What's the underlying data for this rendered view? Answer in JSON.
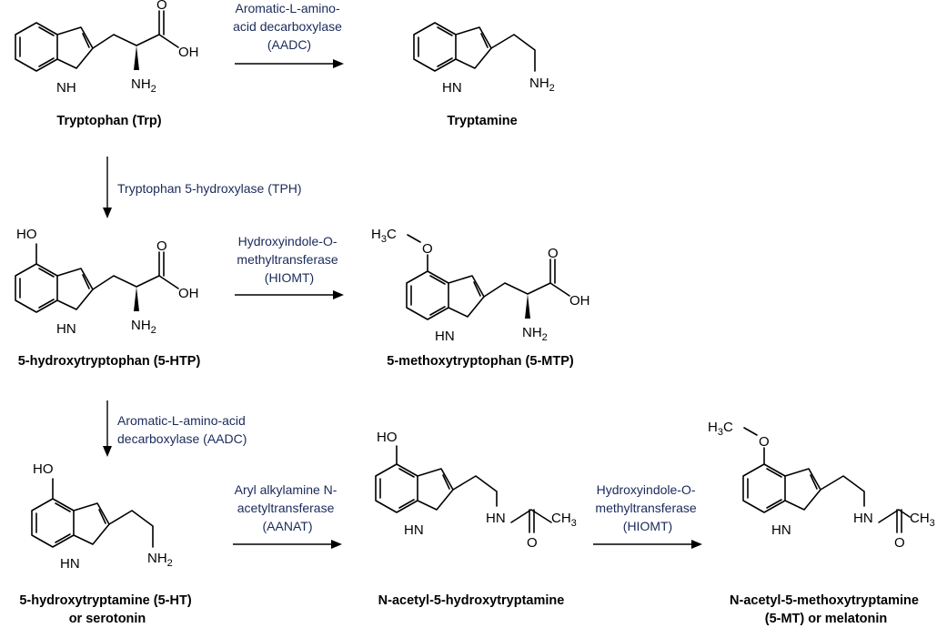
{
  "compounds": {
    "trp": {
      "name": "Tryptophan (Trp)",
      "nh": "NH",
      "nh2": "NH",
      "nh2_sub": "2",
      "oh": "OH",
      "o": "O"
    },
    "tryptamine": {
      "name": "Tryptamine",
      "nh": "HN",
      "nh2": "NH",
      "nh2_sub": "2"
    },
    "htp": {
      "name": "5-hydroxytryptophan (5-HTP)",
      "ho": "HO",
      "nh": "HN",
      "nh2": "NH",
      "nh2_sub": "2",
      "oh": "OH",
      "o": "O"
    },
    "mtp": {
      "name": "5-methoxytryptophan (5-MTP)",
      "h3c_h": "H",
      "h3c_3": "3",
      "h3c_c": "C",
      "o_meth": "O",
      "nh": "HN",
      "nh2": "NH",
      "nh2_sub": "2",
      "oh": "OH",
      "o": "O"
    },
    "serotonin": {
      "name_line1": "5-hydroxytryptamine (5-HT)",
      "name_line2": "or serotonin",
      "ho": "HO",
      "nh": "HN",
      "nh2": "NH",
      "nh2_sub": "2"
    },
    "nacetyl_ht": {
      "name": "N-acetyl-5-hydroxytryptamine",
      "ho": "HO",
      "nh": "HN",
      "amide_nh": "HN",
      "ch3": "CH",
      "ch3_sub": "3",
      "o": "O"
    },
    "melatonin": {
      "name_line1": "N-acetyl-5-methoxytryptamine",
      "name_line2": "(5-MT) or melatonin",
      "h3c_h": "H",
      "h3c_3": "3",
      "h3c_c": "C",
      "o_meth": "O",
      "nh": "HN",
      "amide_nh": "HN",
      "ch3": "CH",
      "ch3_sub": "3",
      "o": "O"
    }
  },
  "enzymes": {
    "aadc_top": [
      "Aromatic-L-amino-",
      "acid decarboxylase",
      "(AADC)"
    ],
    "tph": [
      "Tryptophan 5-hydroxylase (TPH)"
    ],
    "hiomt_mid": [
      "Hydroxyindole-O-",
      "methyltransferase",
      "(HIOMT)"
    ],
    "aadc_mid": [
      "Aromatic-L-amino-acid",
      "decarboxylase (AADC)"
    ],
    "aanat": [
      "Aryl alkylamine N-",
      "acetyltransferase",
      "(AANAT)"
    ],
    "hiomt_bot": [
      "Hydroxyindole-O-",
      "methyltransferase",
      "(HIOMT)"
    ]
  }
}
